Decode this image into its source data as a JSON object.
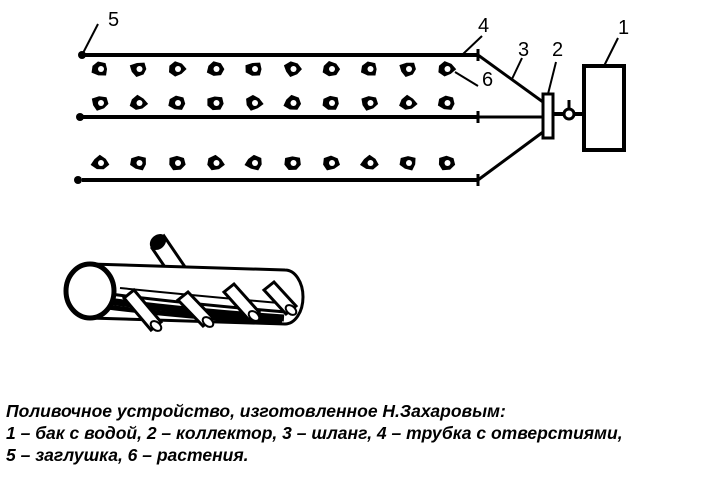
{
  "diagram": {
    "labels": {
      "l1": "1",
      "l2": "2",
      "l3": "3",
      "l4": "4",
      "l5": "5",
      "l6": "6"
    },
    "rows": [
      {
        "plants": 10
      },
      {
        "plants": 10
      },
      {
        "plants": 10
      }
    ]
  },
  "caption": {
    "title": "Поливочное устройство, изготовленное Н.Захаровым:",
    "line1": "1 – бак с водой, 2 – коллектор, 3 – шланг, 4 – трубка с отверстиями,",
    "line2": "5 – заглушка, 6 – растения."
  }
}
